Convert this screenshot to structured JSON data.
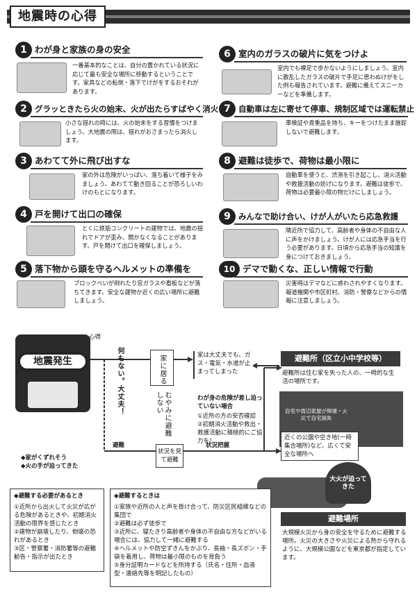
{
  "header": {
    "title": "地震時の心得"
  },
  "tips": [
    {
      "num": "1",
      "title": "わが身と家族の身の安全",
      "body": "一番基本的なことは、自分の置かれている状況に応じて最も安全な場所に移動するということです。家具などの転倒・落下でけがをするおそれがあります。"
    },
    {
      "num": "2",
      "title": "グラッときたら火の始末、火が出たらすばやく消火",
      "body": "小さな揺れの時には、火の始末をする習慣をつけましょう。大地震の際は、揺れがおさまったら消火します。"
    },
    {
      "num": "3",
      "title": "あわてて外に飛び出すな",
      "body": "家の外は危険がいっぱい、落ち着いて様子をみましょう。あわてて動き回ることが恐ろしいわけのもとになります。"
    },
    {
      "num": "4",
      "title": "戸を開けて出口の確保",
      "body": "とくに鉄筋コンクリートの建物では、地震の揺れでドアが歪み、開かなくなることがあります。戸を開けて出口を確保しましょう。"
    },
    {
      "num": "5",
      "title": "落下物から頭を守るヘルメットの準備を",
      "body": "ブロックべいが倒れたり窓ガラスや看板などが落ちてきます。安全な建物か近くの広い場所に避難しましょう。"
    },
    {
      "num": "6",
      "title": "室内のガラスの破片に気をつけよ",
      "body": "室内でも裸足で歩かないようにしましょう。室内に散乱したガラスの破片で手足に思わぬけがをした例も報告されています。避難に備えてスニーカーなどを準備します。"
    },
    {
      "num": "7",
      "title": "自動車は左に寄せて停車、規制区域では運転禁止",
      "body": "車検証や貴重品を持ち、キーをつけたまま施錠しないで避難します。"
    },
    {
      "num": "8",
      "title": "避難は徒歩で、荷物は最小限に",
      "body": "自動車を使うと、渋滞を引き起こし、消火活動や救援活動の妨げになります。避難は徒歩で、荷物は必要最小限の物だけにしましょう。"
    },
    {
      "num": "9",
      "title": "みんなで助け合い、けが人がいたら応急救護",
      "body": "隣近所で協力して、高齢者や身体の不自由な人に声をかけましょう。けが人には応急手当を行う必要があります。日頃から応急手当の知識を身につけておきましょう。"
    },
    {
      "num": "10",
      "title": "デマで動くな、正しい情報で行動",
      "body": "災害時はデマなどに惑わされやすくなります。報道機関や市区町村、消防・警察などからの情報に注意しましょう。"
    }
  ],
  "flow": {
    "kokoroe": "心得",
    "start": "地震発生",
    "nothing": "何もない。大丈夫！",
    "stay_home": "家に居る",
    "no_evac": "むやみに避難しない",
    "house_ok": "家は大丈夫でも、ガス・電気・水道が止まってしまった",
    "danger_title": "わが身の危険が差し迫っていない場合",
    "danger_items": [
      "①近所の方の安否確認",
      "②初期消火活動や救出・救護活動に積極的にご協力を！"
    ],
    "collapse": [
      "◆家がくずれそう",
      "◆火の手が迫ってきた"
    ],
    "evac": "避難",
    "see_evac": "状況を見て避難",
    "grasp": "状況把握",
    "shelter_title": "避難所（区立小中学校等）",
    "shelter_desc": "避難所は住む家を失った人の、一時的な生活の場所です。",
    "fire_note": "自宅や周辺家屋が倒壊・火災で自宅損失",
    "temp_place": "近くの公園や空き地(一時集合場所)など、広くて安全な場所へ",
    "big_fire": "大火が迫ってきた",
    "evac_site_title": "避難場所",
    "evac_site_desc": "大規模火災から身の安全を守るために避難する場所。火災の大きさや火災による熱から守れるように、大規模公園などを東京都が指定しています。"
  },
  "need_box": {
    "title": "◆避難する必要があるとき",
    "items": [
      "①近所から出火して火災が広がる危険があるときや、初期消火活動の限界を感じたとき",
      "②建物が崩壊したり、倒壊の恐れがあるとき",
      "③区・警察署・消防署等の避難勧告・指示が出たとき"
    ]
  },
  "when_box": {
    "title": "◆避難するときは",
    "items": [
      "①家族や近所の人と声を掛け合って、防災区民組織などの集団で",
      "②避難は必ず徒歩で",
      "③近所に、寝たきり高齢者や身体の不自由な方などがいる場合には、協力して一緒に避難する",
      "④ヘルメットや防空ずきんをかぶり、長袖・長ズボン・手袋を着用し、荷物は最小限のものを背負う",
      "⑤身分証明カードなどを所持する（氏名・住所・血液型・連絡先等を明記したもの）"
    ]
  }
}
